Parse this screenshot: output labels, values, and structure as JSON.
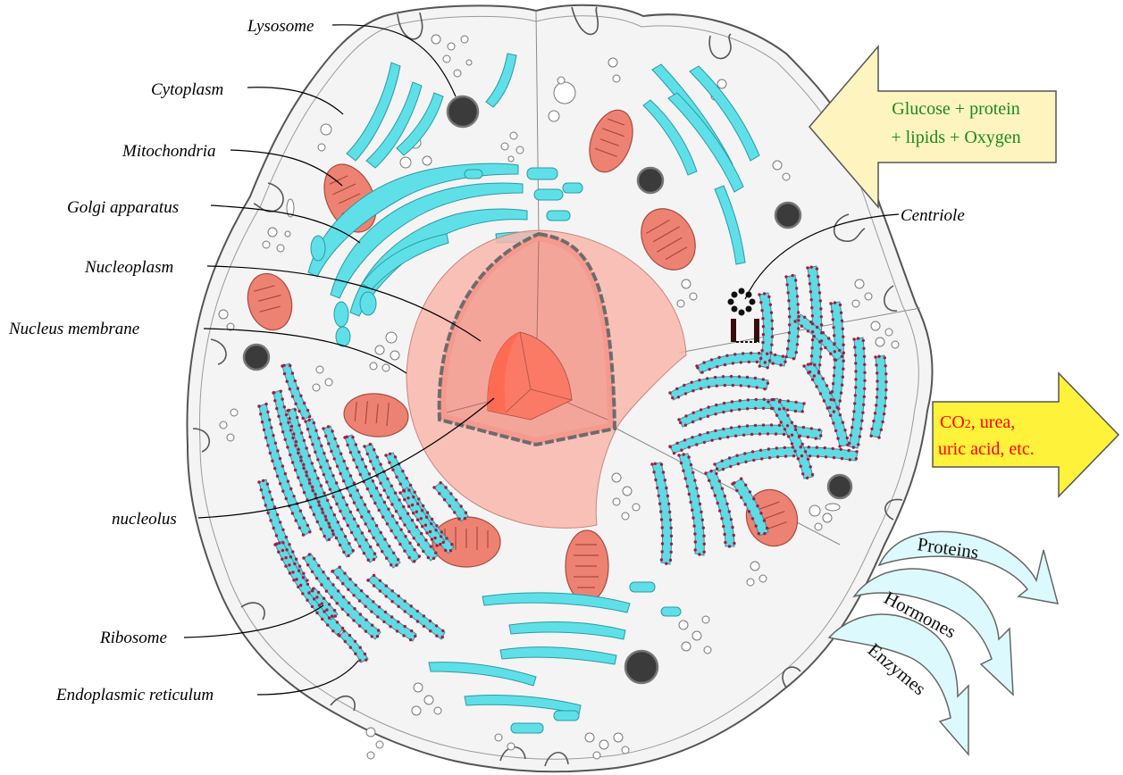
{
  "labels": {
    "lysosome": "Lysosome",
    "cytoplasm": "Cytoplasm",
    "mitochondria": "Mitochondria",
    "golgi": "Golgi apparatus",
    "nucleoplasm": "Nucleoplasm",
    "nucleus_membrane": "Nucleus membrane",
    "nucleolus": "nucleolus",
    "ribosome": "Ribosome",
    "er": "Endoplasmic reticulum",
    "centriole": "Centriole"
  },
  "inputs": {
    "line1": "Glucose + protein",
    "line2": "+ lipids + Oxygen",
    "fill": "#fdf4bf",
    "text_color": "#1c8a1c"
  },
  "outputs": {
    "line1_main": "CO",
    "line1_sub": "2",
    "line1_rest": ", urea,",
    "line2": "uric acid, etc.",
    "fill": "#fff23a",
    "text_color": "#ff0000"
  },
  "secretions": {
    "items": [
      "Proteins",
      "Hormones",
      "Enzymes"
    ],
    "fill": "#dcfafd"
  },
  "colors": {
    "er": "#5fdbe3",
    "mitochondria": "#ee8272",
    "nucleus": "#f4a59a",
    "nucleolus": "#ff6e55",
    "lysosome": "#3b3b3b"
  }
}
